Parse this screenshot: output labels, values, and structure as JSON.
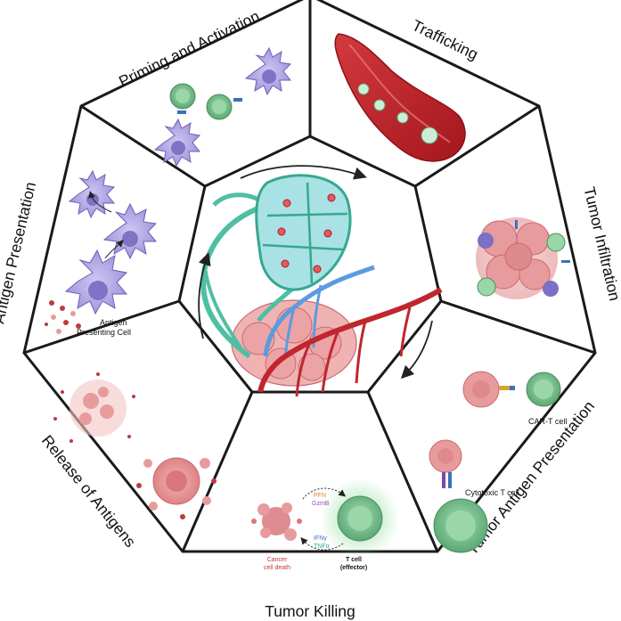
{
  "segments": {
    "priming": "Priming and Activation",
    "trafficking": "Trafficking",
    "infiltration": "Tumor Infiltration",
    "tumor_antigen": "Tumor Antigen Presentation",
    "killing": "Tumor Killing",
    "release": "Release of Antigens",
    "antigen_presentation": "Antigen Presentation"
  },
  "labels": {
    "apc_line1": "Antigen",
    "apc_line2": "Presenting Cell",
    "car_t": "CAR-T cell",
    "cytotoxic": "Cytotoxic T cell",
    "pfn": "PFN",
    "gzmb": "GzmB",
    "ifn": "IFNγ",
    "tnf": "TNFα",
    "cancer_line1": "Cancer",
    "cancer_line2": "cell death",
    "tcell_line1": "T cell",
    "tcell_line2": "(effector)"
  },
  "colors": {
    "outline": "#1a1a1a",
    "apc": "#b7aee6",
    "tcell": "#8ccf9c",
    "tumor": "#e8a6a8",
    "vessel_red": "#c0262e",
    "lymph_teal": "#4fbfa3",
    "lymph_blue": "#5b9be0"
  }
}
